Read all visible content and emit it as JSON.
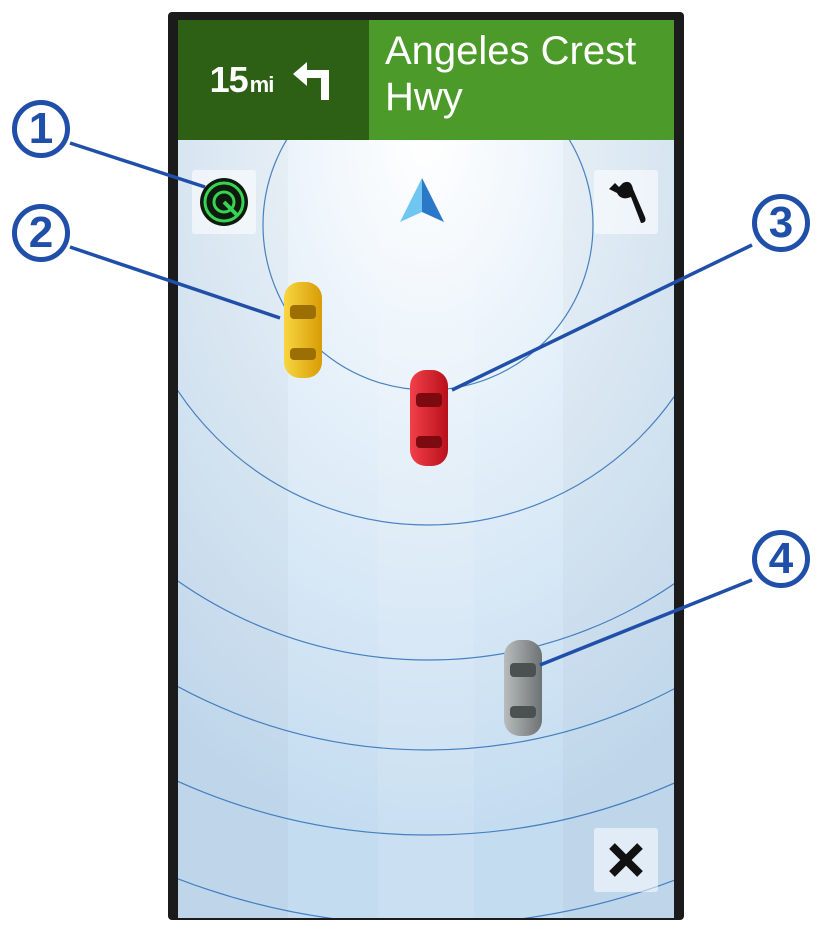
{
  "navigation": {
    "distance_value": "15",
    "distance_unit": "mi",
    "turn_icon": "turn-left-arrow",
    "street_line1": "Angeles Crest",
    "street_line2": "Hwy"
  },
  "buttons": {
    "radar_icon": "radar-icon",
    "settings_icon": "wrench-icon",
    "close_icon": "close-icon"
  },
  "map": {
    "position_icon": "vehicle-position-arrow",
    "vehicles": [
      {
        "label": "yellow-car",
        "color": "#f2c21a"
      },
      {
        "label": "red-car",
        "color": "#e01e2a"
      },
      {
        "label": "gray-car",
        "color": "#8a8f90"
      }
    ]
  },
  "callouts": [
    "1",
    "2",
    "3",
    "4"
  ],
  "colors": {
    "callout": "#1f4fa8",
    "distance_bg": "#2d5f14",
    "street_bg": "#4c9b2a",
    "radar": "#39d353"
  }
}
